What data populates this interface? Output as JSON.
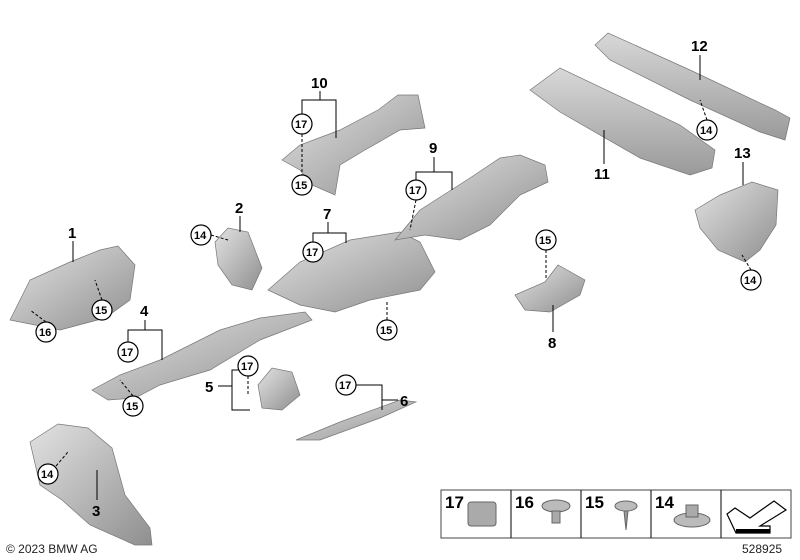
{
  "callouts": {
    "p1": "1",
    "p2": "2",
    "p3": "3",
    "p4": "4",
    "p5": "5",
    "p6": "6",
    "p7": "7",
    "p8": "8",
    "p9": "9",
    "p10": "10",
    "p11": "11",
    "p12": "12",
    "p13": "13",
    "c14": "14",
    "c15": "15",
    "c16": "16",
    "c17": "17"
  },
  "legend": {
    "items": [
      "17",
      "16",
      "15",
      "14"
    ]
  },
  "footer": {
    "copyright": "© 2023 BMW AG",
    "diagram_id": "528925"
  }
}
